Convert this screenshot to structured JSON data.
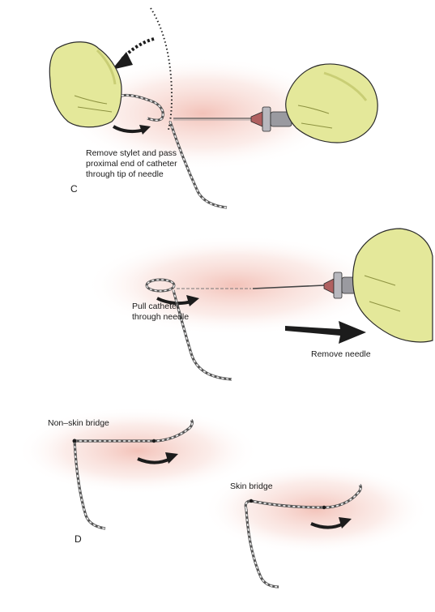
{
  "labels": {
    "remove_stylet": [
      "Remove stylet and pass",
      "proximal end of catheter",
      "through tip of needle"
    ],
    "pull_catheter": [
      "Pull catheter",
      "through needle"
    ],
    "remove_needle": "Remove needle",
    "non_skin_bridge": "Non–skin bridge",
    "skin_bridge": "Skin bridge"
  },
  "panels": {
    "c": "C",
    "d": "D"
  },
  "colors": {
    "skin_glove": "#e4e89a",
    "glove_shadow": "#b8bd5e",
    "outline": "#2a2a2a",
    "skin_blush": "#f3c4bb",
    "needle_hub": "#9a9aa0",
    "arrow": "#1c1c1c"
  }
}
